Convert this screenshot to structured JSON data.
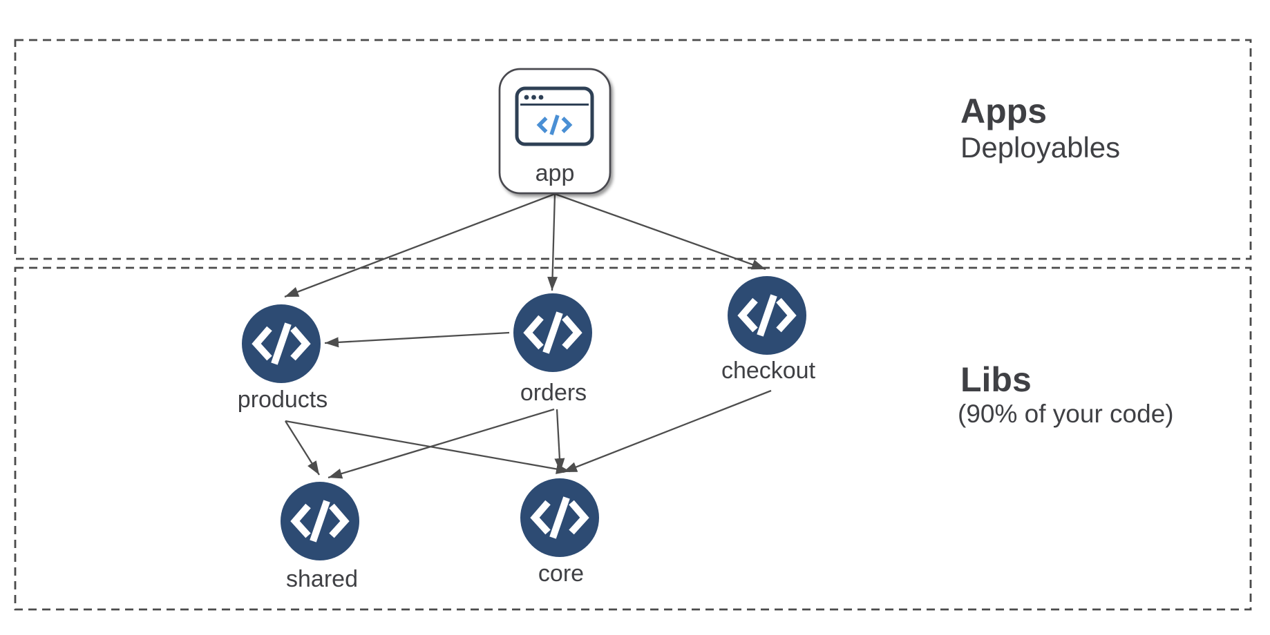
{
  "diagram": {
    "title_hint": "monorepo dependency graph",
    "sections": [
      {
        "id": "apps",
        "title": "Apps",
        "subtitle": "Deployables"
      },
      {
        "id": "libs",
        "title": "Libs",
        "subtitle": "(90% of your code)"
      }
    ],
    "nodes": [
      {
        "id": "app",
        "label": "app",
        "type": "application",
        "section": "apps",
        "icon": "browser-window-code-icon"
      },
      {
        "id": "products",
        "label": "products",
        "type": "library",
        "section": "libs",
        "icon": "code-icon"
      },
      {
        "id": "orders",
        "label": "orders",
        "type": "library",
        "section": "libs",
        "icon": "code-icon"
      },
      {
        "id": "checkout",
        "label": "checkout",
        "type": "library",
        "section": "libs",
        "icon": "code-icon"
      },
      {
        "id": "shared",
        "label": "shared",
        "type": "library",
        "section": "libs",
        "icon": "code-icon"
      },
      {
        "id": "core",
        "label": "core",
        "type": "library",
        "section": "libs",
        "icon": "code-icon"
      }
    ],
    "edges": [
      {
        "from": "app",
        "to": "products"
      },
      {
        "from": "app",
        "to": "orders"
      },
      {
        "from": "app",
        "to": "checkout"
      },
      {
        "from": "orders",
        "to": "products"
      },
      {
        "from": "products",
        "to": "shared"
      },
      {
        "from": "products",
        "to": "core"
      },
      {
        "from": "orders",
        "to": "shared"
      },
      {
        "from": "orders",
        "to": "core"
      },
      {
        "from": "checkout",
        "to": "core"
      }
    ],
    "colors": {
      "background": "#ffffff",
      "node_fill": "#2d4b73",
      "node_glyph": "#ffffff",
      "edge": "#4d4d4d",
      "dashed_border": "#4a4a4a",
      "text": "#3f4044",
      "browser_frame": "#2e4055",
      "browser_code_accent": "#4a8fd4"
    }
  }
}
